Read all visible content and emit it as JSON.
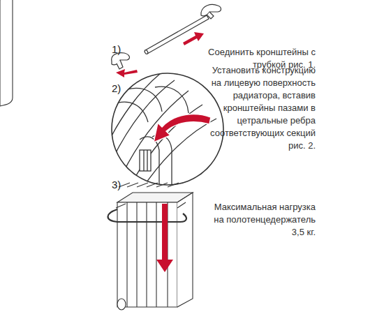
{
  "diagram": {
    "labels": [
      "1)",
      "Соединить кронштейны с трубкой рис. 1.",
      "2)",
      "Установить конструкцию на лицевую поверхность радиатора, вставив кронштейны пазами в цетральные ребра соответствующих секций рис. 2.",
      "3)",
      "Максимальная нагрузка на полотенцедержатель 3,5 кг."
    ]
  }
}
